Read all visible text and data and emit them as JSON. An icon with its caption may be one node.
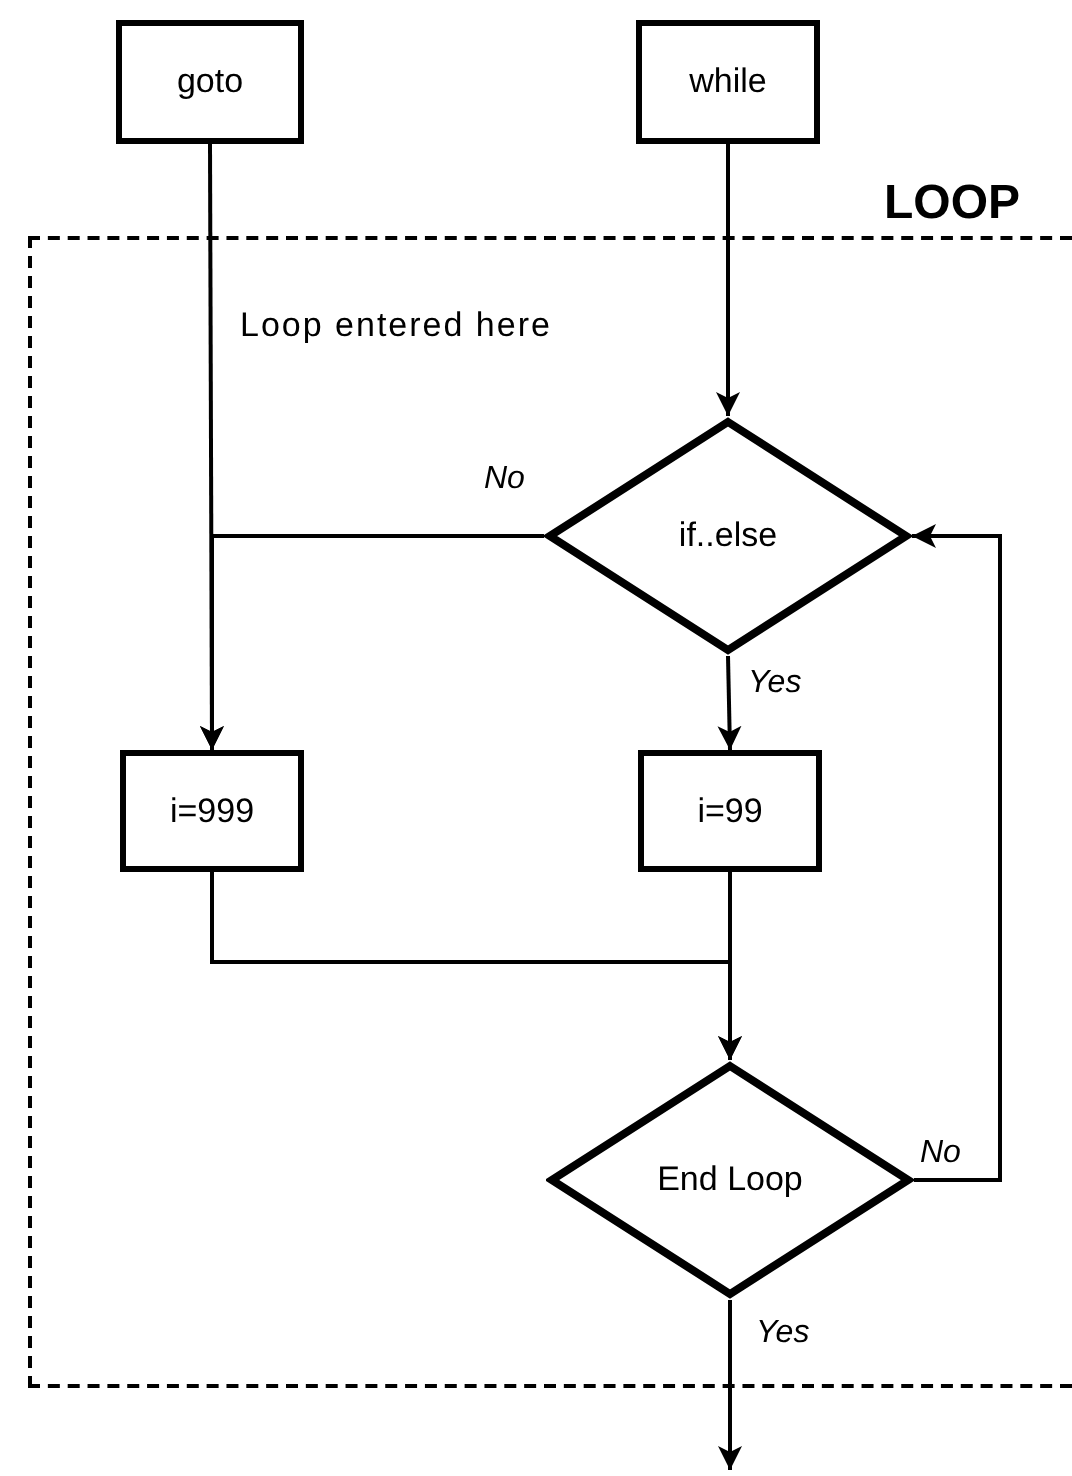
{
  "diagram": {
    "nodes": [
      {
        "text": [
          "goto"
        ]
      },
      {
        "text": [
          "while"
        ]
      },
      {
        "text": [
          "LOOP"
        ]
      },
      {
        "text": [
          "if..else"
        ],
        "in": 2
      },
      {
        "text": [
          "i=999"
        ],
        "in": 2
      },
      {
        "text": [
          "i=99"
        ],
        "in": 2
      },
      {
        "text": [
          "End Loop"
        ],
        "in": 2
      }
    ],
    "edges": [
      {
        "from": 0,
        "to": 4,
        "arrow": "to"
      },
      {
        "from": 1,
        "to": 3,
        "arrow": "to"
      },
      {
        "from": 3,
        "to": 4,
        "label": "No",
        "arrow": "to"
      },
      {
        "from": 3,
        "to": 5,
        "label": "Yes",
        "arrow": "to"
      },
      {
        "from": 4,
        "to": 6,
        "arrow": "to"
      },
      {
        "from": 5,
        "to": 6,
        "arrow": "to"
      },
      {
        "from": 6,
        "to": 3,
        "label": "No",
        "arrow": "to"
      },
      {
        "from": 6,
        "to": null,
        "label": "Yes",
        "arrow": "to"
      }
    ],
    "labels": [
      "Loop entered here"
    ]
  }
}
